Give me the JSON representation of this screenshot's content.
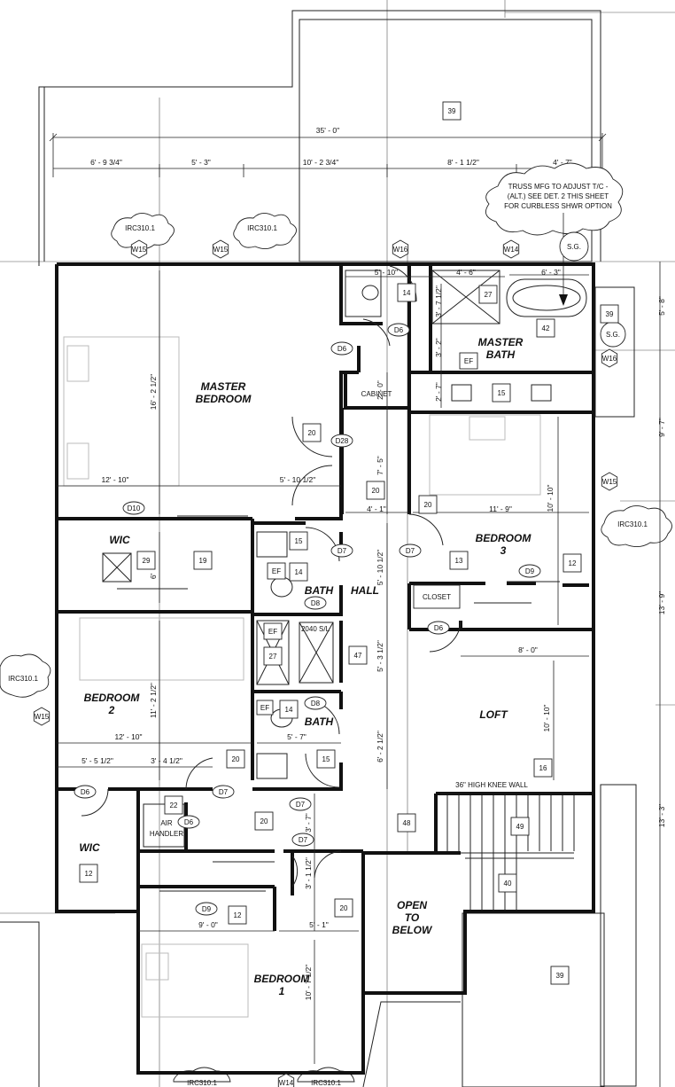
{
  "rooms": {
    "master_bedroom": [
      "MASTER",
      "BEDROOM"
    ],
    "master_bath": [
      "MASTER",
      "BATH"
    ],
    "wic_1": "WIC",
    "bedroom_3": [
      "BEDROOM",
      "3"
    ],
    "bath_1": "BATH",
    "hall": "HALL",
    "bath_2": "BATH",
    "bedroom_2": [
      "BEDROOM",
      "2"
    ],
    "loft": "LOFT",
    "wic_2": "WIC",
    "open_to_below": [
      "OPEN",
      "TO",
      "BELOW"
    ],
    "bedroom_1": [
      "BEDROOM",
      "1"
    ]
  },
  "labels": {
    "cabinet": "CABINET",
    "closet": "CLOSET",
    "air_handler": [
      "AIR",
      "HANDLER"
    ],
    "knee_wall": "36\" HIGH KNEE WALL",
    "truss_note": [
      "TRUSS MFG TO ADJUST T/C -",
      "(ALT.) SEE DET. 2 THIS SHEET",
      "FOR CURBLESS SHWR OPTION"
    ],
    "sg_1": "S.G.",
    "sg_2": "S.G.",
    "sl_label": "2040 S/L"
  },
  "dimensions": {
    "overall": "35' - 0\"",
    "top_1": "6' - 9 3/4\"",
    "top_2": "5' - 3\"",
    "top_3": "10' - 2 3/4\"",
    "top_4": "8' - 1 1/2\"",
    "top_5": "4' - 7\"",
    "mb_width": "12' - 10\"",
    "mb_hall": "5' - 10 1/2\"",
    "mb_depth": "16' - 2 1/2\"",
    "wc_width": "5' - 10\"",
    "shower_w": "4' - 6\"",
    "tub_w": "6' - 3\"",
    "mbath_1": "3' - 7 1/2\"",
    "mbath_2": "3' - 2\"",
    "mbath_3": "2' - 7\"",
    "cab_h": "2' - 0\"",
    "hall_1": "7' - 5\"",
    "hall_2": "4' - 1\"",
    "br3_w": "11' - 9\"",
    "br3_d": "10' - 10\"",
    "right_1": "5' - 8\"",
    "right_2": "9' - 7\"",
    "right_3": "13' - 9\"",
    "right_4": "13' - 3\"",
    "hall_3": "5' - 10 1/2\"",
    "hall_4": "5' - 3 1/2\"",
    "hall_5": "6' - 2 1/2\"",
    "wic_d": "6'",
    "br2_d": "11' - 2 1/2\"",
    "br2_w": "12' - 10\"",
    "bath2_w": "5' - 7\"",
    "low_1": "5' - 5 1/2\"",
    "low_2": "3' - 4 1/2\"",
    "loft_w": "8' - 0\"",
    "loft_d": "10' - 10\"",
    "hall_6": "3' - 7\"",
    "hall_7": "3' - 1 1/2\"",
    "br1_1": "9' - 0\"",
    "br1_2": "5' - 1\"",
    "br1_d": "10' - 7 1/2\""
  },
  "tags": {
    "t39a": "39",
    "t39b": "39",
    "t39c": "39",
    "t14a": "14",
    "t27a": "27",
    "t42": "42",
    "t15a": "15",
    "t20a": "20",
    "t20b": "20",
    "t20c": "20",
    "t13": "13",
    "t12a": "12",
    "t29": "29",
    "t19": "19",
    "t15b": "15",
    "t14b": "14",
    "t27b": "27",
    "t47": "47",
    "t14c": "14",
    "t15c": "15",
    "t20d": "20",
    "t20e": "20",
    "t48": "48",
    "t16": "16",
    "t49": "49",
    "t40": "40",
    "t22": "22",
    "t12b": "12",
    "t12c": "12",
    "t20f": "20"
  },
  "ovals": {
    "d6a": "D6",
    "d6b": "D6",
    "d28": "D28",
    "d10": "D10",
    "d7a": "D7",
    "d7b": "D7",
    "d9a": "D9",
    "d6c": "D6",
    "d8a": "D8",
    "d8b": "D8",
    "d6d": "D6",
    "d7c": "D7",
    "d7d": "D7",
    "d7e": "D7",
    "d6e": "D6",
    "d9b": "D9"
  },
  "hex": {
    "w15a": "W15",
    "w15b": "W15",
    "w16a": "W16",
    "w14a": "W14",
    "w16b": "W16",
    "w15c": "W15",
    "w15d": "W15",
    "w14b": "W14"
  },
  "fixtures": {
    "ef1": "EF",
    "ef2": "EF",
    "ef3": "EF",
    "ef4": "EF"
  },
  "clouds": {
    "irc1": "IRC310.1",
    "irc2": "IRC310.1",
    "irc3": "IRC310.1",
    "irc4": "IRC310.1",
    "irc5": "IRC310.1",
    "irc6": "IRC310.1"
  }
}
